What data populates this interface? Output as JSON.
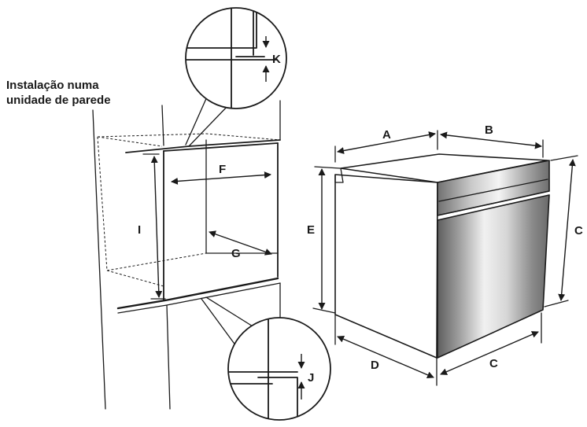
{
  "title": {
    "line1": "Instalação numa",
    "line2": "unidade de parede"
  },
  "dimension_labels": {
    "A": "A",
    "B": "B",
    "C_right": "C",
    "C_bottom": "C",
    "D": "D",
    "E": "E",
    "F": "F",
    "G": "G",
    "I": "I",
    "J": "J",
    "K": "K"
  },
  "colors": {
    "line": "#1a1a1a",
    "background": "#ffffff",
    "door_dark": "#6b6b6b",
    "door_light": "#e8e8e8"
  }
}
